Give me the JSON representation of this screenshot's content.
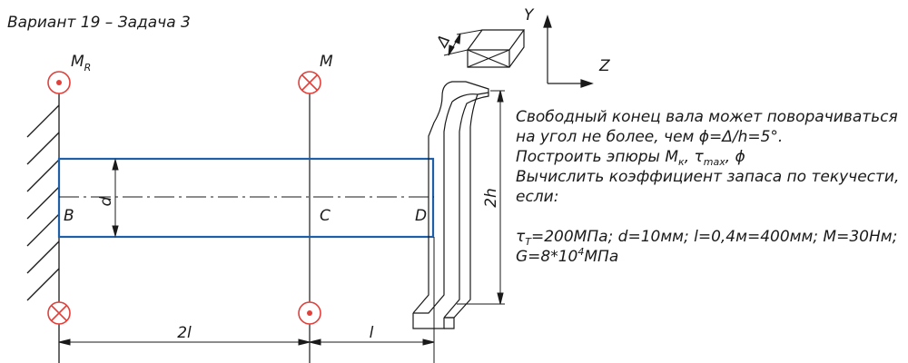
{
  "title": "Вариант 19 – Задача 3",
  "labels": {
    "MR_main": "M",
    "MR_sub": "R",
    "M": "M",
    "B": "B",
    "C": "C",
    "D": "D",
    "d": "d",
    "two_h": "2h",
    "two_l": "2l",
    "l": "l",
    "Y": "Y",
    "Z": "Z",
    "delta": "Δ"
  },
  "description": {
    "line1": "Свободный конец вала может поворачиваться",
    "line2": "на угол не более, чем ϕ=Δ/h=5°.",
    "line3_a": "Построить эпюры M",
    "line3_k": "к",
    "line3_b": ", τ",
    "line3_max": "max",
    "line3_c": ", ϕ",
    "line4": "Вычислить коэффициент запаса по текучести,",
    "line5": "если:",
    "given1_a": "τ",
    "given1_T": "T",
    "given1_b": "=200МПа;  d=10мм;  l=0,4м=400мм;  M=30Нм;",
    "given2_a": "G=8*10",
    "given2_exp": "4",
    "given2_b": "МПа"
  },
  "colors": {
    "shaft": "#1f5fa8",
    "moment_symbol": "#e2403a",
    "ink": "#1a1a1a"
  }
}
